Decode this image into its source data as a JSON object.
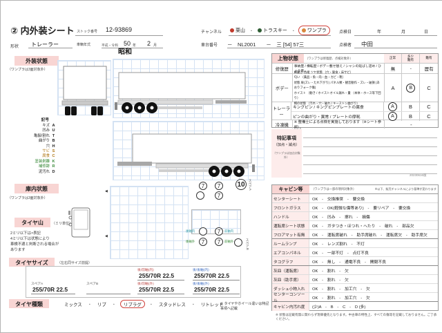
{
  "header": {
    "title": "② 内外装シート",
    "shape_label": "形状",
    "shape_value": "トレーラー",
    "stock_label": "ストック番号",
    "stock_value": "12-93869",
    "year_label": "車輌年式",
    "era_options": "平成・令和",
    "era_stamp": "昭和",
    "year_value": "50",
    "year_unit": "年",
    "month_value": "2",
    "month_unit": "月",
    "channel_label": "チャンネル",
    "channels": [
      {
        "name": "栗山",
        "dot": "#c0392b",
        "selected": false
      },
      {
        "name": "トラスキー",
        "dot": "#2e5d33",
        "selected": false
      },
      {
        "name": "ワンプラ",
        "dot": "#d9883d",
        "selected": true
      }
    ],
    "chassis_label": "車台番号",
    "chassis_value": "－　NL2001　　－　三 [54] 57三",
    "inspect_date_label": "点検日",
    "date_year": "年",
    "date_month": "月",
    "date_day": "日",
    "inspector_label": "点検者",
    "inspector_value": "中田"
  },
  "exterior": {
    "title": "外装状態",
    "note": "（ワンプラは3面対象外）",
    "legend_title": "記号",
    "legend": [
      {
        "name": "キズ",
        "code": "A",
        "color": "#222222"
      },
      {
        "name": "凹み",
        "code": "U",
        "color": "#222222"
      },
      {
        "name": "亀裂/割れ",
        "code": "T",
        "color": "#222222"
      },
      {
        "name": "曲がり",
        "code": "B",
        "color": "#222222"
      },
      {
        "name": "穴",
        "code": "H",
        "color": "#222222"
      },
      {
        "name": "サビ",
        "code": "S",
        "color": "#b07716"
      },
      {
        "name": "腐食",
        "code": "C",
        "color": "#b07716"
      },
      {
        "name": "塗装剥離",
        "code": "K",
        "color": "#3a8a3a"
      },
      {
        "name": "補修跡",
        "code": "R",
        "color": "#3a8a3a"
      },
      {
        "name": "泥汚れ",
        "code": "D",
        "color": "#222222"
      }
    ]
  },
  "body_condition": {
    "title": "上物状態",
    "note": "（ワンプラは修復歴、点検対象外）",
    "grade_headers": [
      "正常",
      "多少\n難有",
      "難有"
    ],
    "repair_row": {
      "label": "修復歴",
      "text": "事故歴 / 横転歴 / ボデー載せ替え / シャシの延ばし詰め / ひょう害",
      "values": [
        "無",
        "-",
        "歴有"
      ]
    },
    "body_row": {
      "label": "ボデー",
      "lines": [
        "綺麗さ 色褪 ツヤ状態 （穴・腐食・床サビ）",
        "匂い （薬品・魚・肉・血・カビ・靴）",
        "状態 扉(ズレ・たれ下がり) パネル類・観音動作・ズレ・破損 (あおりフォーク傷)",
        "ホイスト （動き / ホイストオイル漏れ・量 （本体・ホース等下回り）",
        "幌の状態 （汚れ・穴・破れ / キーストン曲がり）"
      ],
      "values": [
        "A",
        "B",
        "C"
      ],
      "circled_index": 1
    },
    "trailer_label": "トレーラー",
    "trailer_rows": [
      {
        "text": "キングピン / キングピンプレートの腐食",
        "values": [
          "A",
          "B",
          "C"
        ],
        "circled_index": 0
      },
      {
        "text": "ピンの曲がり・異常 / プレートの摩耗",
        "values": [
          "A",
          "B",
          "C"
        ],
        "circled_index": 0
      }
    ],
    "reefer_row": {
      "label": "冷凍機",
      "text": "※ 整備士による点検を実施しております（※シート参照）。",
      "value": "-"
    }
  },
  "notes_section": {
    "title": "特記事項",
    "subtitle": "（加点・減点）",
    "note": "（ワンプラは加点対象外）",
    "line_count": 5,
    "version": "20230616版"
  },
  "interior": {
    "title": "庫内状態",
    "note": "（ワンプラは3面対象外）"
  },
  "tire_tread": {
    "title": "タイヤ山",
    "unit_note": "（ミリ単位）",
    "notes": [
      "2ミリ以下は×表記",
      "4ミリ以下は状態により",
      "車検不適と判断される場合が",
      "あります"
    ],
    "top": {
      "v1": "7",
      "v2": "7",
      "v3": "",
      "v4": "7",
      "spare": "10",
      "spare_label": "スペアA"
    },
    "bottom": {
      "v1": "",
      "v2": "7",
      "v3": "7",
      "v4": "7",
      "spare": "",
      "spare_label": "スペアB"
    },
    "axle_labels": {
      "inner_rear": "後軸内",
      "outer_rear": "後軸外",
      "inner_front": "前軸内",
      "outer_front": "前軸外"
    }
  },
  "tire_size": {
    "title": "タイヤサイズ",
    "note": "（左右同サイズ前提）",
    "fields": {
      "front_inner": {
        "label": "後/前軸(内)",
        "value": "255/70R 22.5",
        "color": "#c0504d"
      },
      "rear_inner": {
        "label": "後/後軸(内)",
        "value": "255/70R 22.5",
        "color": "#4472c4"
      },
      "spare_a": {
        "label": "スペアA",
        "value": "255/70R 22.5",
        "color": "#555555"
      },
      "spare_b": {
        "label": "スペアB",
        "value": "",
        "color": "#555555"
      },
      "front_outer": {
        "label": "後/前軸(外)",
        "value": "255/70R 22.5",
        "color": "#c0504d"
      },
      "rear_outer": {
        "label": "後/後軸(外)",
        "value": "255/70R 22.5",
        "color": "#4472c4"
      }
    }
  },
  "tire_type": {
    "title": "タイヤ種類",
    "options": [
      {
        "name": "ミックス",
        "selected": false
      },
      {
        "name": "リブ",
        "selected": false
      },
      {
        "name": "リブラグ",
        "selected": true
      },
      {
        "name": "スタッドレス",
        "selected": false
      },
      {
        "name": "リトレット",
        "selected": false
      }
    ],
    "note": "※ タイヤやホイール違いは特記事項へ記載"
  },
  "cabin": {
    "title": "キャビン等",
    "note": "（ワンプラは一部の項目対象外）",
    "note2": "※以下、販売チャンネルにより基準が変わります",
    "rows": [
      {
        "label": "センターシート",
        "options": [
          "OK",
          "交換推奨",
          "要交換"
        ]
      },
      {
        "label": "フロントガラス",
        "options": [
          "OK",
          "OK(軽微な傷等あり)",
          "要リペア",
          "要交換"
        ]
      },
      {
        "label": "ハンドル",
        "options": [
          "OK",
          "凹み",
          "擦れ",
          "損傷"
        ]
      },
      {
        "label": "運転席シート状態",
        "options": [
          "OK",
          "ガタつき・ほつれ・へたり",
          "破れ",
          "部品欠"
        ]
      },
      {
        "label": "フロアマット有無",
        "options": [
          "OK",
          "運転席破れ",
          "助手席破れ",
          "運転席欠",
          "助手席欠"
        ]
      },
      {
        "label": "ルームランプ",
        "options": [
          "OK",
          "レンズ割れ",
          "不灯"
        ]
      },
      {
        "label": "エアコンパネル",
        "options": [
          "OK",
          "一部不灯",
          "点灯不良"
        ]
      },
      {
        "label": "タコグラフ",
        "options": [
          "OK",
          "無し",
          "通電不良",
          "開閉不良"
        ]
      },
      {
        "label": "灰皿（運転席）",
        "options": [
          "OK",
          "割れ",
          "欠"
        ]
      },
      {
        "label": "灰皿（助手席）",
        "options": [
          "OK",
          "割れ",
          "欠"
        ]
      },
      {
        "label": "ダッシュ小物入れ",
        "options": [
          "OK",
          "割れ",
          "加工穴",
          "欠"
        ]
      },
      {
        "label": "センターコンソール",
        "options": [
          "OK",
          "割れ",
          "加工穴",
          "欠"
        ]
      },
      {
        "label": "キャビン内汚れ度",
        "options": [
          "(少)A",
          "B",
          "C",
          "D (多)"
        ]
      }
    ],
    "thick_after": [
      4,
      7,
      11
    ],
    "footer_note": "※ 状態は記載有無に関わらず現車優先となります。中古車の特性上、すべての傷等を記載しておりません。ご了承ください。"
  }
}
